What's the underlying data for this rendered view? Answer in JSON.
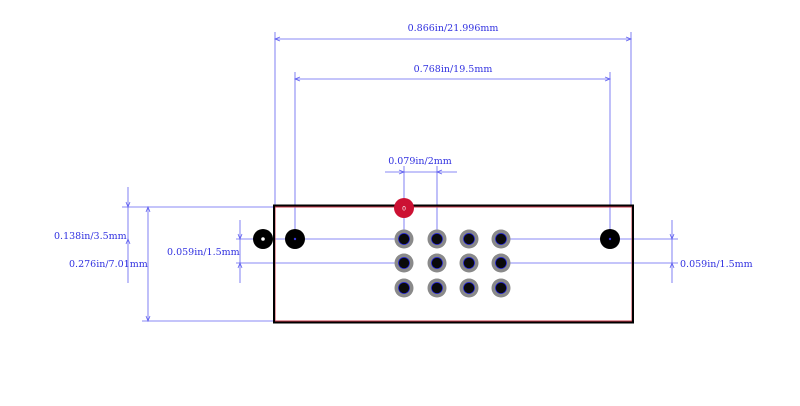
{
  "colors": {
    "dimension": "#6060f0",
    "dimension_text": "#3030e0",
    "outline": "#000000",
    "outline_inner": "#c83a4a",
    "pad_ring": "#8a8a8a",
    "pad_hole": "#0a0a0a",
    "pad_hole_rim": "#1a1ad8",
    "pin1": "#cc1133",
    "mount_hole": "#000000",
    "background": "#ffffff"
  },
  "dimensions": {
    "overall_width": "0.866in/21.996mm",
    "mount_spacing": "0.768in/19.5mm",
    "pin_pitch": "0.079in/2mm",
    "top_to_first_row": "0.138in/3.5mm",
    "body_height": "0.276in/7.01mm",
    "row_pitch_left": "0.059in/1.5mm",
    "row_pitch_right": "0.059in/1.5mm"
  },
  "labels": {
    "pin1_marker": "0"
  }
}
